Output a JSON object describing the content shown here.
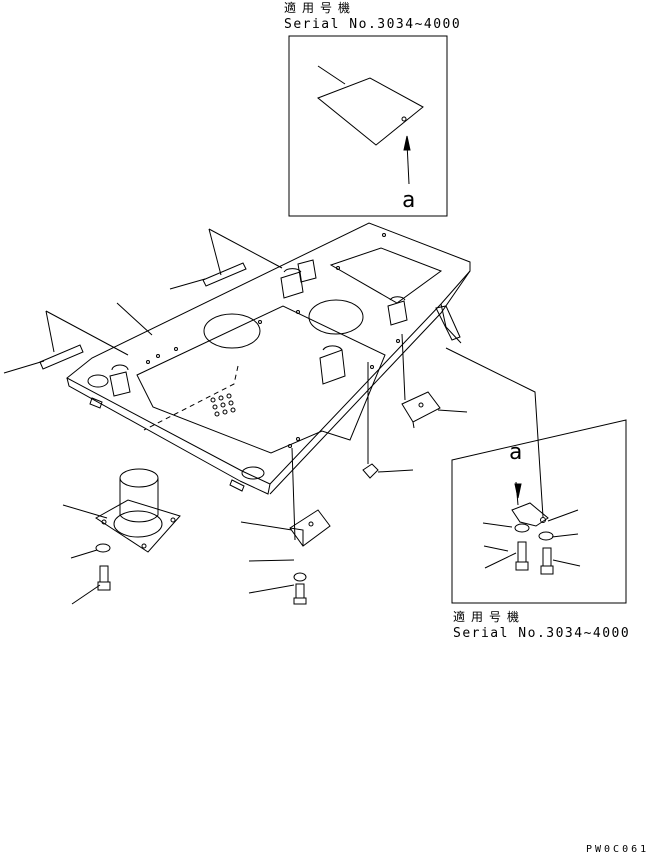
{
  "detail_top": {
    "applicable_label": "適用号機",
    "serial_label": "Serial No.3034~4000",
    "ref_letter": "a"
  },
  "detail_right": {
    "applicable_label": "適用号機",
    "serial_label": "Serial No.3034~4000",
    "ref_letter": "a"
  },
  "drawing_code": "PW0C061",
  "colors": {
    "ink": "#000000",
    "paper": "#ffffff"
  }
}
